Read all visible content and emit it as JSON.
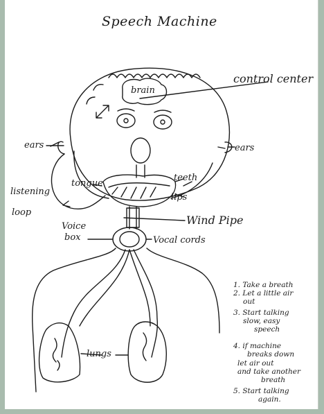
{
  "title": "Speech Machine",
  "labels": {
    "brain": "brain",
    "control_center": "control center",
    "ears_left": "ears",
    "ears_right": "ears",
    "tongue": "tongue",
    "teeth": "teeth",
    "lips": "lips",
    "listening": "listening",
    "loop": "loop",
    "wind_pipe": "Wind Pipe",
    "voice": "Voice",
    "box": "box",
    "vocal_cords": "Vocal cords",
    "lungs": "lungs"
  },
  "steps": [
    "1. Take a breath",
    "2. Let a little air",
    "out",
    "3. Start talking",
    "slow, easy",
    "speech",
    "4. if machine",
    "breaks down",
    "let air out",
    "and take another",
    "breath",
    "5. Start talking",
    "again."
  ],
  "colors": {
    "ink": "#1b1b1b",
    "paper": "#ffffff",
    "frame": "#a9bcae"
  }
}
